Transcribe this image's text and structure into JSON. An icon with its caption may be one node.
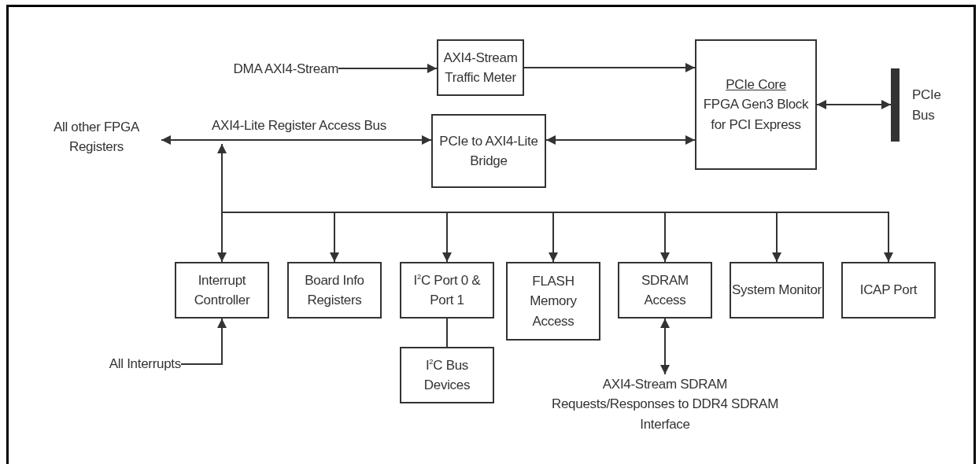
{
  "diagram": {
    "nodes": [
      {
        "text": [
          "DMA AXI4-Stream"
        ]
      },
      {
        "text": [
          "AXI4-Stream Traffic Meter"
        ]
      },
      {
        "text": [
          "PCIe Core",
          "FPGA Gen3 Block for PCI Express"
        ]
      },
      {
        "text": [],
        "shape": "bar",
        "beside": [
          "PCIe Bus"
        ]
      },
      {
        "text": [
          "All other FPGA Registers"
        ]
      },
      {
        "text": [
          "PCIe to AXI4-Lite Bridge"
        ]
      },
      {
        "text": [
          "Interrupt Controller"
        ]
      },
      {
        "text": [
          "Board Info Registers"
        ]
      },
      {
        "text": [
          "I$^{2}$C Port 0 & Port 1"
        ]
      },
      {
        "text": [
          "FLASH Memory Access"
        ]
      },
      {
        "text": [
          "SDRAM Access"
        ]
      },
      {
        "text": [
          "System Monitor"
        ]
      },
      {
        "text": [
          "ICAP Port"
        ]
      },
      {
        "text": [
          "I$^{2}$C Bus Devices"
        ]
      },
      {
        "text": [
          "All Interrupts"
        ]
      },
      {
        "text": [
          "AXI4-Stream SDRAM Requests/Responses to DDR4 SDRAM Interface"
        ]
      }
    ],
    "edges": [
      {
        "from": 0,
        "to": 1,
        "arrow": "to"
      },
      {
        "from": 1,
        "to": 2,
        "arrow": "to"
      },
      {
        "from": 2,
        "to": 3,
        "arrow": "both"
      },
      {
        "from": 5,
        "to": 2,
        "arrow": "both"
      },
      {
        "from": 4,
        "to": 5,
        "arrow": "both",
        "label": "AXI4-Lite Register Access Bus"
      },
      {
        "from": null,
        "to": 6,
        "arrow": "both"
      },
      {
        "from": null,
        "to": 7,
        "arrow": "to"
      },
      {
        "from": null,
        "to": 8,
        "arrow": "to"
      },
      {
        "from": null,
        "to": 9,
        "arrow": "to"
      },
      {
        "from": null,
        "to": 10,
        "arrow": "to"
      },
      {
        "from": null,
        "to": 11,
        "arrow": "to"
      },
      {
        "from": null,
        "to": 12,
        "arrow": "to"
      },
      {
        "from": 8,
        "to": 13,
        "arrow": "none"
      },
      {
        "from": 14,
        "to": 6,
        "arrow": "to"
      },
      {
        "from": 10,
        "to": 15,
        "arrow": "both"
      }
    ]
  }
}
